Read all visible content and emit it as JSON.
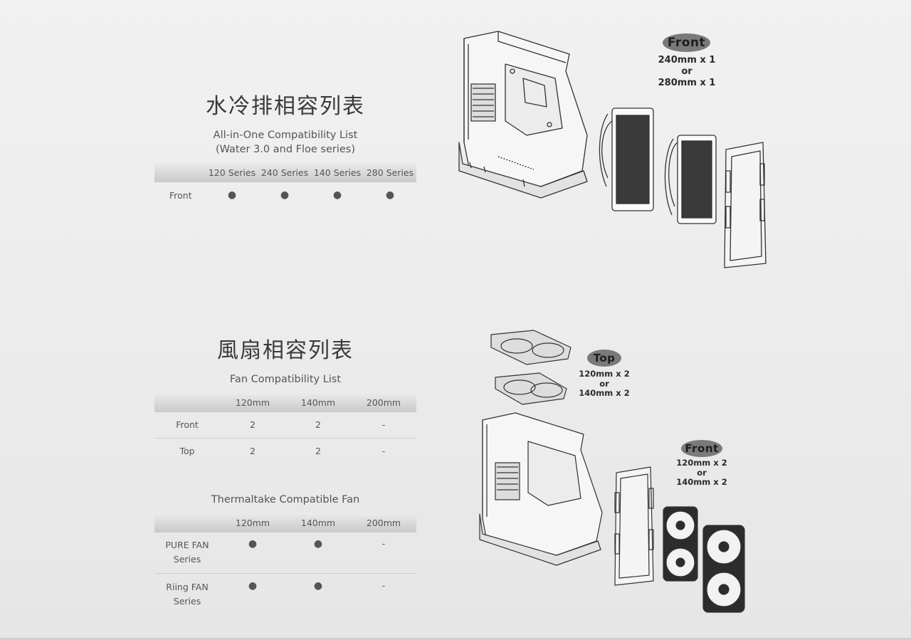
{
  "radiator": {
    "title_zh": "水冷排相容列表",
    "subtitle_line1": "All-in-One Compatibility List",
    "subtitle_line2": "(Water 3.0 and Floe series)",
    "columns": [
      "",
      "120 Series",
      "240 Series",
      "140 Series",
      "280 Series"
    ],
    "rows": [
      {
        "label": "Front",
        "cells": [
          "●",
          "●",
          "●",
          "●"
        ]
      }
    ],
    "illustration": {
      "pill": "Front",
      "line1": "240mm x 1",
      "line2": "or",
      "line3": "280mm x 1"
    }
  },
  "fan": {
    "title_zh": "風扇相容列表",
    "subtitle": "Fan Compatibility List",
    "columns": [
      "",
      "120mm",
      "140mm",
      "200mm"
    ],
    "rows": [
      {
        "label": "Front",
        "cells": [
          "2",
          "2",
          "-"
        ]
      },
      {
        "label": "Top",
        "cells": [
          "2",
          "2",
          "-"
        ]
      }
    ],
    "illustration": {
      "top_pill": "Top",
      "top_line1": "120mm x 2",
      "top_line2": "or",
      "top_line3": "140mm x 2",
      "front_pill": "Front",
      "front_line1": "120mm x 2",
      "front_line2": "or",
      "front_line3": "140mm x 2"
    }
  },
  "tt_fan": {
    "subtitle": "Thermaltake Compatible Fan",
    "columns": [
      "",
      "120mm",
      "140mm",
      "200mm"
    ],
    "rows": [
      {
        "label_line1": "PURE FAN",
        "label_line2": "Series",
        "cells": [
          "●",
          "●",
          "-"
        ]
      },
      {
        "label_line1": "Riing FAN",
        "label_line2": "Series",
        "cells": [
          "●",
          "●",
          "-"
        ]
      }
    ]
  }
}
